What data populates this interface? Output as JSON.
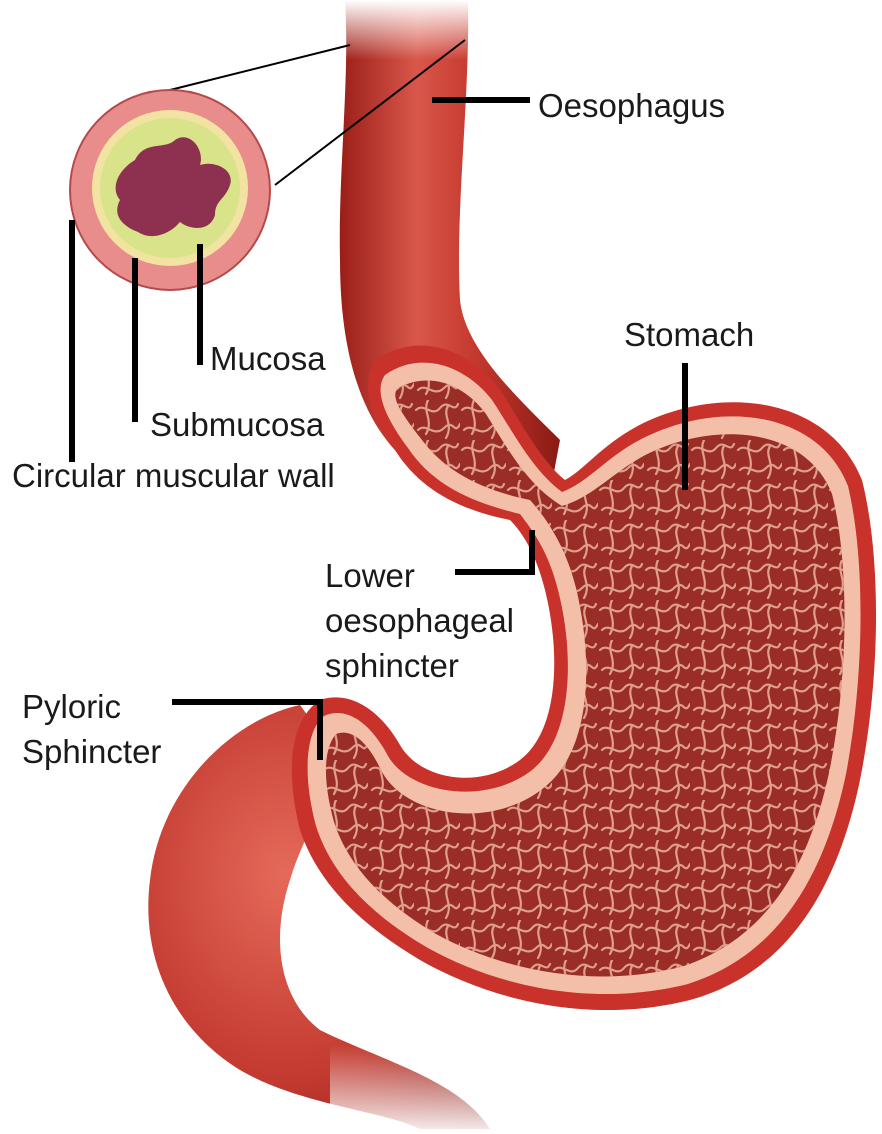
{
  "labels": {
    "oesophagus": "Oesophagus",
    "stomach": "Stomach",
    "mucosa": "Mucosa",
    "submucosa": "Submucosa",
    "circular_wall": "Circular muscular wall",
    "les_line1": "Lower",
    "les_line2": "oesophageal",
    "les_line3": "sphincter",
    "pyloric_line1": "Pyloric",
    "pyloric_line2": "Sphincter"
  },
  "colors": {
    "muscle": "#c8322a",
    "muscle_dark": "#8f1c16",
    "wall_layer": "#f3bfa8",
    "mucosa_inner": "#a5382f",
    "cross_section_outer": "#e98c8c",
    "cross_section_submucosa": "#f2e3a2",
    "cross_section_mucosa": "#d8e38a",
    "cross_section_lumen": "#8e3150",
    "leader": "#000000"
  }
}
